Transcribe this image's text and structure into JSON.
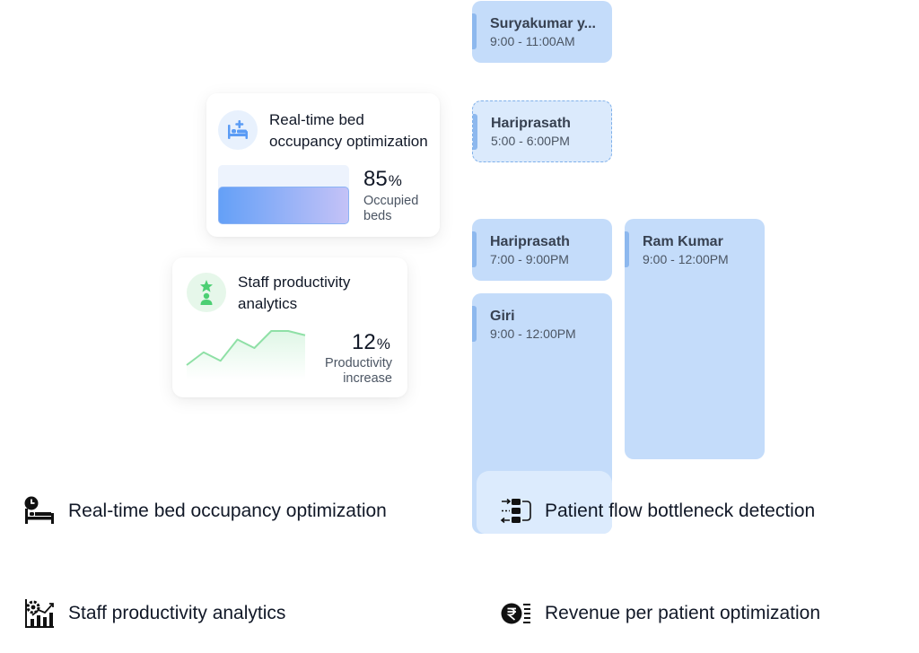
{
  "schedule": {
    "appointments": [
      {
        "name": "Suryakumar y...",
        "time": "9:00 - 11:00AM"
      },
      {
        "name": "Hariprasath",
        "time": "5:00 - 6:00PM"
      },
      {
        "name": "Hariprasath",
        "time": "7:00 - 9:00PM"
      },
      {
        "name": "Ram Kumar",
        "time": "9:00 - 12:00PM"
      },
      {
        "name": "Giri",
        "time": "9:00 - 12:00PM"
      }
    ]
  },
  "bed_card": {
    "title_line1": "Real-time bed",
    "title_line2": "occupancy optimization",
    "value": "85",
    "unit": "%",
    "caption_line1": "Occupied",
    "caption_line2": "beds",
    "occupied_fraction": 0.85,
    "icon": "hospital-bed-plus-icon"
  },
  "staff_card": {
    "title_line1": "Staff productivity",
    "title_line2": "analytics",
    "value": "12",
    "unit": "%",
    "caption_line1": "Productivity",
    "caption_line2": "increase",
    "icon": "star-person-icon",
    "trend": [
      2,
      5,
      3,
      8,
      6,
      10,
      10,
      9
    ]
  },
  "features": [
    {
      "label": "Real-time bed occupancy optimization",
      "icon": "clock-bed-icon"
    },
    {
      "label": "Patient flow bottleneck detection",
      "icon": "flow-arrows-icon"
    },
    {
      "label": "Staff productivity analytics",
      "icon": "gear-chart-icon"
    },
    {
      "label": "Revenue per patient optimization",
      "icon": "rupee-coin-icon"
    }
  ],
  "colors": {
    "appointment_bg": "#c4dcfa",
    "accent_blue": "#5b9cf5",
    "accent_green": "#4ccf73"
  }
}
